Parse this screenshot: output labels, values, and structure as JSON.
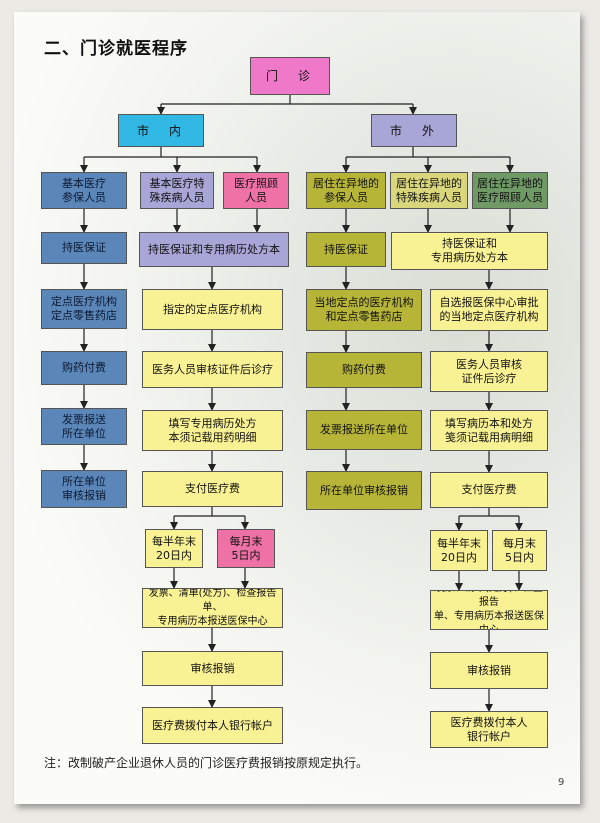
{
  "title": "二、门诊就医程序",
  "root": "门　诊",
  "branches": {
    "local": "市　内",
    "remote": "市　外"
  },
  "local": {
    "col_a": [
      "基本医疗\n参保人员",
      "持医保证",
      "定点医疗机构\n定点零售药店",
      "购药付费",
      "发票报送\n所在单位",
      "所在单位\n审核报销"
    ],
    "col_b": [
      "基本医疗特\n殊疾病人员"
    ],
    "col_c": [
      "医疗照顾\n人员"
    ],
    "shared": [
      "持医保证和专用病历处方本",
      "指定的定点医疗机构",
      "医务人员审核证件后诊疗",
      "填写专用病历处方\n本须记载用药明细",
      "支付医疗费"
    ],
    "split": [
      "每半年末\n20日内",
      "每月末\n5日内"
    ],
    "tail": [
      "发票、清单(处方)、检查报告单、\n专用病历本报送医保中心",
      "审核报销",
      "医疗费拨付本人银行帐户"
    ]
  },
  "remote": {
    "col_a": [
      "居住在异地的\n参保人员",
      "持医保证",
      "当地定点的医疗机构\n和定点零售药店",
      "购药付费",
      "发票报送所在单位",
      "所在单位审核报销"
    ],
    "col_b": [
      "居住在异地的\n特殊疾病人员"
    ],
    "col_c": [
      "居住在异地的\n医疗照顾人员"
    ],
    "shared": [
      "持医保证和\n专用病历处方本",
      "自选报医保中心审批\n的当地定点医疗机构",
      "医务人员审核\n证件后诊疗",
      "填写病历本和处方\n笺须记载用病明细",
      "支付医疗费"
    ],
    "split": [
      "每半年末\n20日内",
      "每月末\n5日内"
    ],
    "tail": [
      "发票、清单(处方)、检查报告\n单、专用病历本报送医保中心",
      "审核报销",
      "医疗费拨付本人\n银行帐户"
    ]
  },
  "note": "注：改制破产企业退休人员的门诊医疗费报销按原规定执行。",
  "page_number": "9",
  "colors": {
    "blue": "#5b86b8",
    "cyan": "#31b8e4",
    "lavender": "#a7a6d6",
    "pink": "#ee72a6",
    "magenta": "#f078c8",
    "olive": "#b7b537",
    "light_olive": "#d9d67c",
    "green": "#6f9a66",
    "yellow": "#f9f294"
  }
}
